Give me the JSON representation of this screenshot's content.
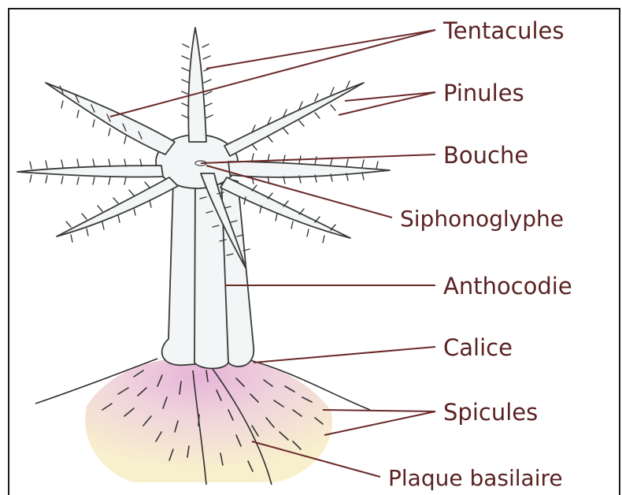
{
  "colors": {
    "frame": "#1a1a1a",
    "label_text": "#5a2222",
    "leader_line": "#6b2a2a",
    "outline": "#3a3a3a",
    "polyp_fill": "#f3f6f6",
    "base_top": "#ecc7df",
    "base_bottom": "#f7eccb"
  },
  "labels": [
    {
      "id": "tentacules",
      "text": "Tentacules"
    },
    {
      "id": "pinules",
      "text": "Pinules"
    },
    {
      "id": "bouche",
      "text": "Bouche"
    },
    {
      "id": "siphonoglyphe",
      "text": "Siphonoglyphe"
    },
    {
      "id": "anthocodie",
      "text": "Anthocodie"
    },
    {
      "id": "calice",
      "text": "Calice"
    },
    {
      "id": "spicules",
      "text": "Spicules"
    },
    {
      "id": "plaque_basilaire",
      "text": "Plaque basilaire"
    }
  ]
}
